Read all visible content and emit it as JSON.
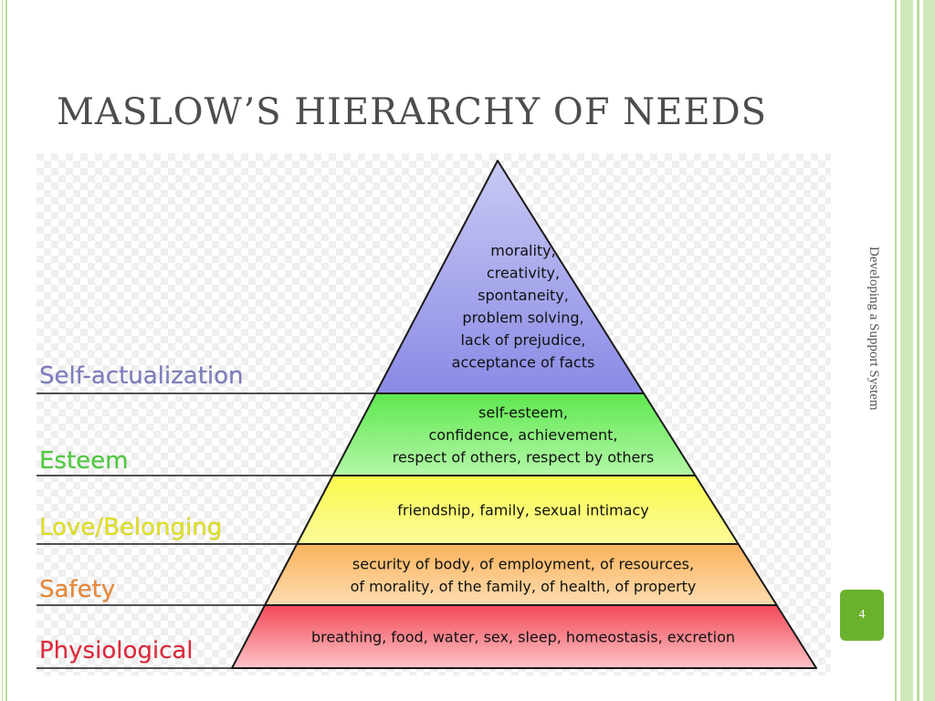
{
  "slide": {
    "title": "MASLOW’S HIERARCHY OF NEEDS",
    "side_caption": "Developing a Support System",
    "page_number": "4"
  },
  "pyramid": {
    "levels": [
      {
        "name": "Self-actualization",
        "label_color": "#7f7fc4",
        "fill_top": "#c9c9f4",
        "fill_bottom": "#8a8ae6",
        "lines": [
          "morality,",
          "creativity,",
          "spontaneity,",
          "problem solving,",
          "lack of prejudice,",
          "acceptance of facts"
        ]
      },
      {
        "name": "Esteem",
        "label_color": "#4dd13b",
        "fill_top": "#5ee84f",
        "fill_bottom": "#b4f7a8",
        "lines": [
          "self-esteem,",
          "confidence, achievement,",
          "respect of others, respect by others"
        ]
      },
      {
        "name": "Love/Belonging",
        "label_color": "#e6e61a",
        "fill_top": "#fafa4c",
        "fill_bottom": "#fbfb9a",
        "lines": [
          "friendship, family, sexual intimacy"
        ]
      },
      {
        "name": "Safety",
        "label_color": "#f08a35",
        "fill_top": "#fbb35c",
        "fill_bottom": "#fddcb0",
        "lines": [
          "security of body, of employment, of resources,",
          "of morality, of the family, of health, of property"
        ]
      },
      {
        "name": "Physiological",
        "label_color": "#e8273a",
        "fill_top": "#f24857",
        "fill_bottom": "#fcc5c8",
        "lines": [
          "breathing, food, water, sex, sleep, homeostasis, excretion"
        ]
      }
    ]
  }
}
